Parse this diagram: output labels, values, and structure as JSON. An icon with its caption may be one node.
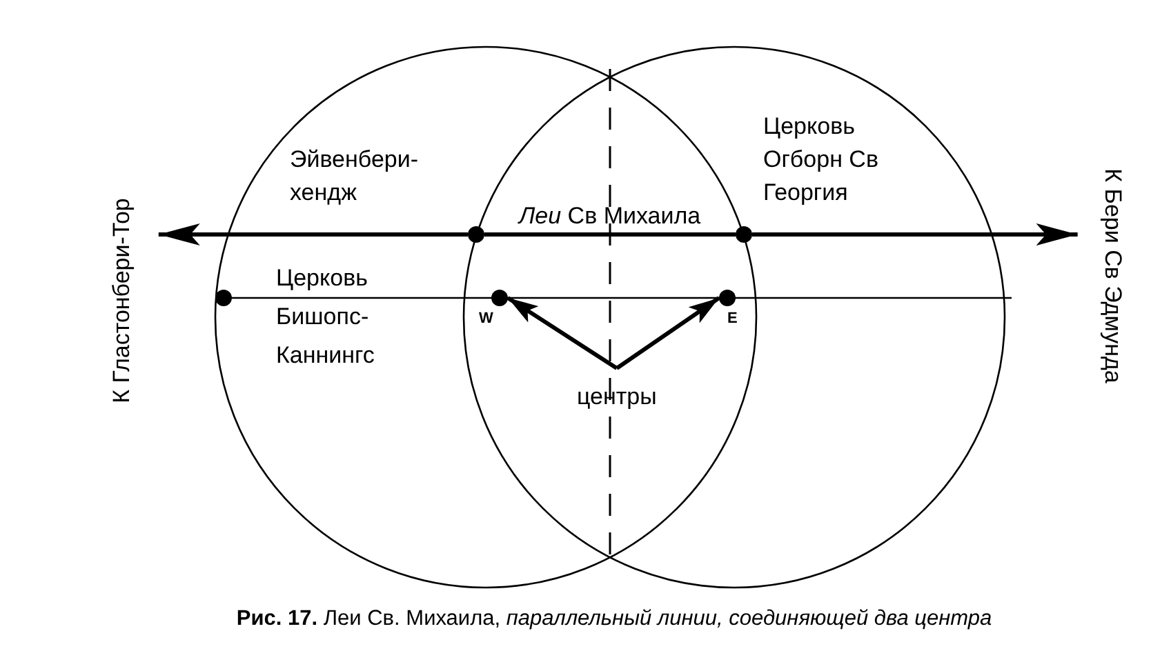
{
  "diagram": {
    "caption": "**Рис. 17.** Леи Св. Михаила, *параллельный линии, соединяющей два центра*",
    "nodes": [
      {
        "text": [
          "К Гластонбери-Тор"
        ]
      },
      {
        "text": [],
        "shape": "circle"
      },
      {
        "text": [],
        "shape": "circle"
      },
      {
        "text": [
          "К Бери Св Эдмунда"
        ]
      },
      {
        "text": [],
        "shape": "circle"
      },
      {
        "text": [],
        "shape": "circle",
        "beside": [
          "W"
        ]
      },
      {
        "text": [],
        "shape": "circle",
        "beside": [
          "E"
        ]
      },
      {
        "text": [
          "центры"
        ]
      }
    ],
    "edges": [
      {
        "from": 1,
        "to": 0,
        "arrow": "to"
      },
      {
        "from": 1,
        "to": 2,
        "arrow": "none",
        "label": "*Леи* Св Михаила"
      },
      {
        "from": 2,
        "to": 3,
        "arrow": "to"
      },
      {
        "from": 4,
        "to": 5,
        "arrow": "none"
      },
      {
        "from": 5,
        "to": 6,
        "arrow": "none"
      },
      {
        "from": 7,
        "to": 5,
        "arrow": "to"
      },
      {
        "from": 7,
        "to": 6,
        "arrow": "to"
      }
    ],
    "labels": [
      "Эйвенбери-хендж",
      "Церковь Огборн Св Георгия",
      "Церковь Бишопс-Каннингс"
    ]
  }
}
